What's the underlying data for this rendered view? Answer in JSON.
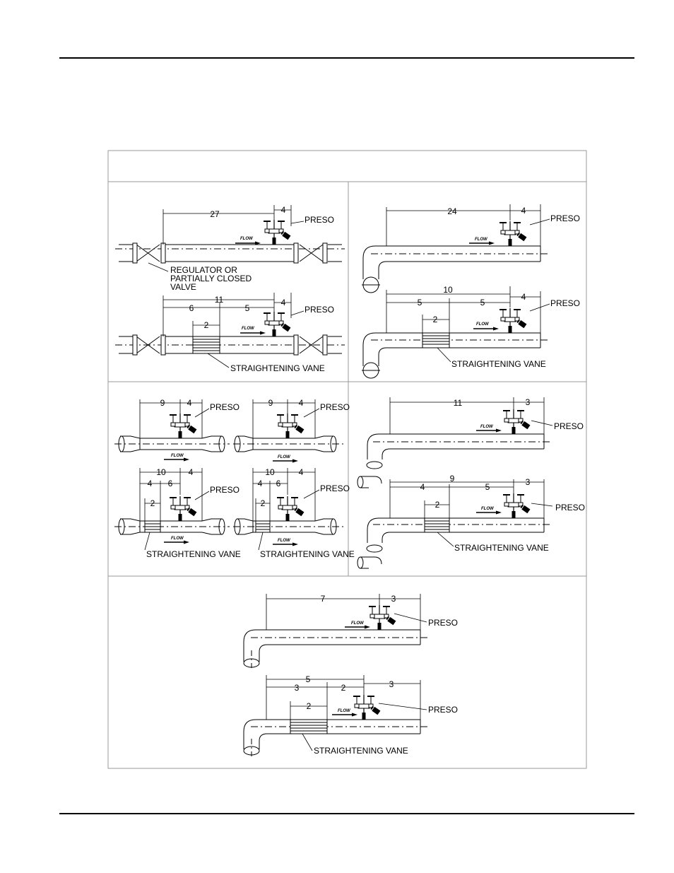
{
  "labels": {
    "preso": "PRESO",
    "flow": "FLOW",
    "straightening_vane": "STRAIGHTENING VANE",
    "regulator_line1": "REGULATOR OR",
    "regulator_line2": "PARTIALLY CLOSED",
    "regulator_line3": "VALVE"
  },
  "panels": {
    "a": {
      "top": {
        "total": "27",
        "preso": "4"
      },
      "bottom": {
        "total": "11",
        "up": "6",
        "down": "5",
        "preso": "4",
        "vane": "2"
      }
    },
    "b": {
      "top": {
        "total": "24",
        "preso": "4"
      },
      "bottom": {
        "total": "10",
        "up": "5",
        "down": "5",
        "preso": "4",
        "vane": "2"
      }
    },
    "c": {
      "tl": {
        "total": "9",
        "preso": "4"
      },
      "tr": {
        "total": "9",
        "preso": "4"
      },
      "bl": {
        "total": "10",
        "up": "4",
        "down": "6",
        "preso": "4",
        "vane": "2"
      },
      "br": {
        "total": "10",
        "up": "4",
        "down": "6",
        "preso": "4",
        "vane": "2"
      }
    },
    "d": {
      "top": {
        "total": "11",
        "preso": "3"
      },
      "bottom": {
        "total": "9",
        "up": "4",
        "down": "5",
        "preso": "3",
        "vane": "2"
      }
    },
    "e": {
      "top": {
        "total": "7",
        "preso": "3"
      },
      "bottom": {
        "total": "5",
        "up": "3",
        "down": "2",
        "preso": "3",
        "vane": "2"
      }
    }
  }
}
